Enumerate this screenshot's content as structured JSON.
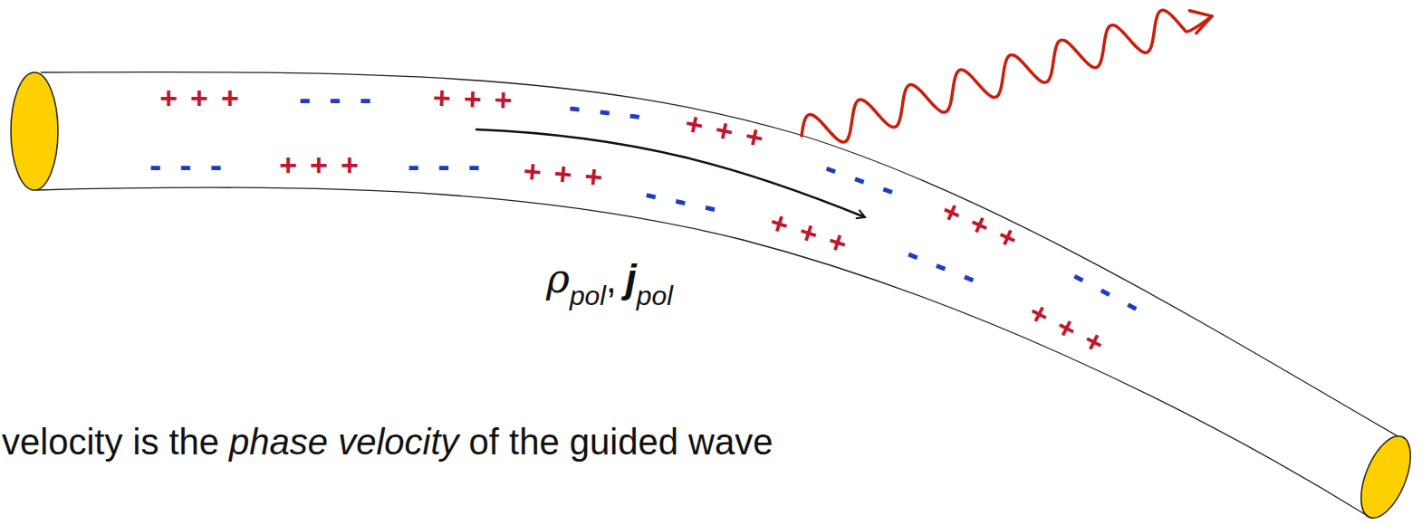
{
  "diagram": {
    "labels": [
      "+++",
      "---",
      "+++",
      "---",
      "+++",
      "---",
      "+++",
      "---",
      "---",
      "+++",
      "---",
      "+++",
      "---",
      "+++",
      "---",
      "+++",
      "ρ",
      "pol",
      ",",
      "j",
      "pol",
      "velocity is the",
      "phase velocity",
      "of the guided wave"
    ]
  }
}
